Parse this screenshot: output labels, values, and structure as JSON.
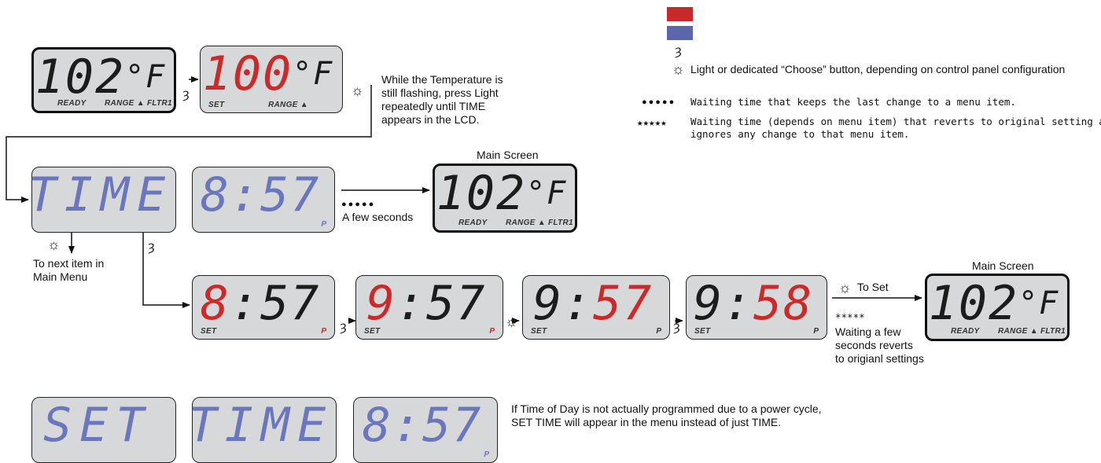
{
  "legend": {
    "red_color": "#c62a2a",
    "blue_color": "#5b66ad",
    "hook_icon": "temperature-button-icon",
    "light_icon": "light-button-icon",
    "light_text": "Light or dedicated “Choose” button, depending on control panel configuration",
    "dots_symbol": "●●●●●",
    "dots_text": "Waiting time that keeps the last change to a menu item.",
    "stars_symbol": "★★★★★",
    "stars_text_1": "Waiting time (depends on menu item) that reverts to original setting and",
    "stars_text_2": "ignores any change to that menu item."
  },
  "lcd": {
    "main_102": {
      "d1": "102",
      "unit": "°F",
      "ready": "READY",
      "range": "RANGE",
      "fltr": "FLTR1"
    },
    "set_100": {
      "d1": "100",
      "unit": "°F",
      "set": "SET",
      "range": "RANGE"
    },
    "time_word": "TIME",
    "set_word": "SET",
    "clock_857": {
      "h": "8",
      "m": ":57",
      "pm": "P"
    },
    "clock_957": {
      "h": "9",
      "m": ":57"
    },
    "clock_958": {
      "h": "9:",
      "m": "58"
    },
    "set_label": "SET"
  },
  "notes": {
    "temperature_note": [
      "While the Temperature is",
      "still flashing, press Light",
      "repeatedly until TIME",
      "appears in the LCD."
    ],
    "main_screen": "Main Screen",
    "few_seconds": "A few seconds",
    "wait_dots": "●●●●●",
    "next_item": [
      "To next item in",
      "Main Menu"
    ],
    "to_set": "To Set",
    "wait_stars": "*****",
    "revert_note": [
      "Waiting a few",
      "seconds reverts",
      "to origianl settings"
    ],
    "power_cycle": [
      "If Time of Day is not actually programmed due to a power cycle,",
      "SET TIME will appear in the menu instead of just TIME."
    ]
  }
}
